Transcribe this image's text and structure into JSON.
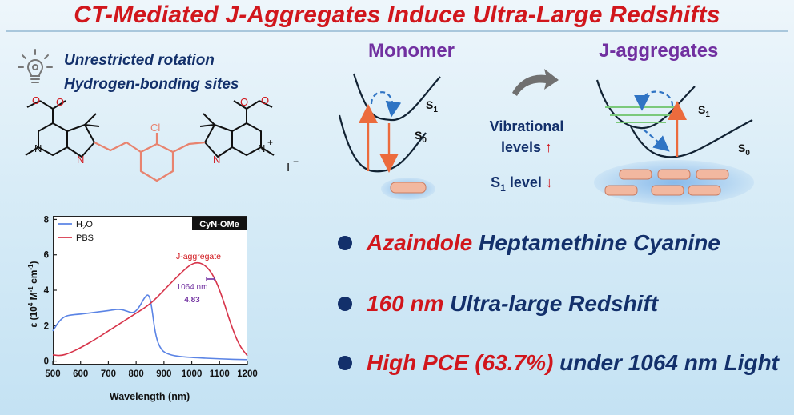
{
  "title": "CT-Mediated J-Aggregates Induce Ultra-Large Redshifts",
  "features": [
    "Unrestricted rotation",
    "Hydrogen-bonding sites"
  ],
  "diagrams": {
    "monomer_label": "Monomer",
    "aggregate_label": "J-aggregates",
    "vibrational": "Vibrational",
    "levels": "levels",
    "s1_level": "S1 level"
  },
  "bullets": [
    {
      "highlight": "Azaindole",
      "text": "Heptamethine Cyanine"
    },
    {
      "highlight": "160 nm",
      "text": "Ultra-large Redshift"
    },
    {
      "highlight": "High PCE (63.7%)",
      "text": "under 1064 nm Light"
    }
  ],
  "chart_data": {
    "type": "line",
    "xlabel": "Wavelength (nm)",
    "ylabel": "ε (10^4 M^-1 cm^-1)",
    "xlim": [
      500,
      1200
    ],
    "ylim": [
      -0.2,
      8.2
    ],
    "xticks": [
      500,
      600,
      700,
      800,
      900,
      1000,
      1100,
      1200
    ],
    "yticks": [
      0,
      2,
      4,
      6,
      8
    ],
    "grid": false,
    "legend": "top-left",
    "series": [
      {
        "name": "H2O",
        "color": "#5b84e5",
        "points": [
          [
            500,
            1.7
          ],
          [
            520,
            2.2
          ],
          [
            540,
            2.5
          ],
          [
            560,
            2.6
          ],
          [
            600,
            2.65
          ],
          [
            650,
            2.75
          ],
          [
            700,
            2.85
          ],
          [
            740,
            2.95
          ],
          [
            770,
            2.8
          ],
          [
            790,
            2.7
          ],
          [
            810,
            3.0
          ],
          [
            830,
            3.6
          ],
          [
            845,
            3.8
          ],
          [
            855,
            3.2
          ],
          [
            870,
            1.4
          ],
          [
            890,
            0.6
          ],
          [
            920,
            0.35
          ],
          [
            960,
            0.25
          ],
          [
            1000,
            0.2
          ],
          [
            1100,
            0.12
          ],
          [
            1200,
            0.08
          ]
        ]
      },
      {
        "name": "PBS",
        "color": "#d7344a",
        "points": [
          [
            500,
            0.35
          ],
          [
            530,
            0.3
          ],
          [
            560,
            0.45
          ],
          [
            600,
            0.75
          ],
          [
            650,
            1.2
          ],
          [
            700,
            1.7
          ],
          [
            750,
            2.2
          ],
          [
            800,
            2.7
          ],
          [
            850,
            3.2
          ],
          [
            900,
            4.0
          ],
          [
            950,
            4.8
          ],
          [
            990,
            5.4
          ],
          [
            1020,
            5.6
          ],
          [
            1050,
            5.4
          ],
          [
            1080,
            4.8
          ],
          [
            1110,
            3.6
          ],
          [
            1140,
            2.1
          ],
          [
            1170,
            0.9
          ],
          [
            1200,
            0.3
          ]
        ]
      }
    ],
    "annotations": {
      "compound": "CyN-OMe",
      "j_aggregate": "J-aggregate",
      "wavelength": "1064 nm",
      "value": "4.83"
    }
  }
}
